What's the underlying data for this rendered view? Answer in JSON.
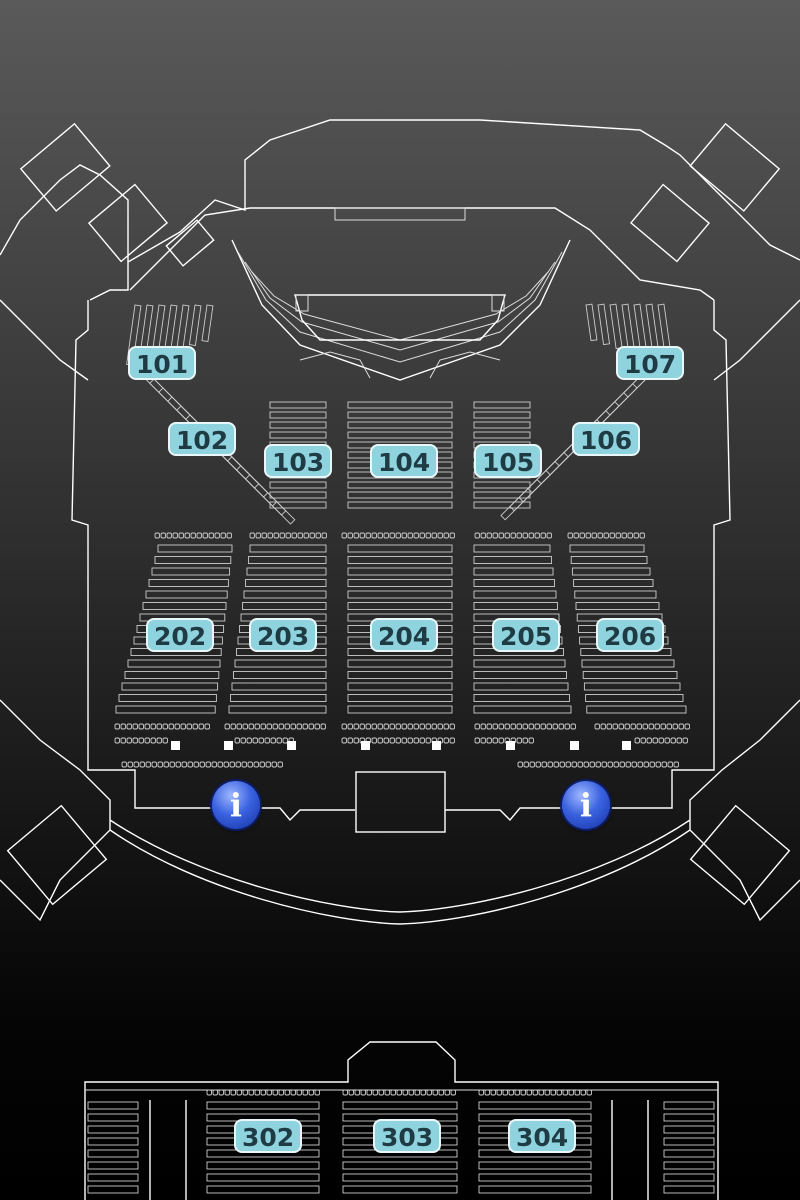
{
  "sections": [
    {
      "id": "101",
      "label": "101"
    },
    {
      "id": "102",
      "label": "102"
    },
    {
      "id": "103",
      "label": "103"
    },
    {
      "id": "104",
      "label": "104"
    },
    {
      "id": "105",
      "label": "105"
    },
    {
      "id": "106",
      "label": "106"
    },
    {
      "id": "107",
      "label": "107"
    },
    {
      "id": "202",
      "label": "202"
    },
    {
      "id": "203",
      "label": "203"
    },
    {
      "id": "204",
      "label": "204"
    },
    {
      "id": "205",
      "label": "205"
    },
    {
      "id": "206",
      "label": "206"
    },
    {
      "id": "302",
      "label": "302"
    },
    {
      "id": "303",
      "label": "303"
    },
    {
      "id": "304",
      "label": "304"
    }
  ],
  "info_icons": [
    {
      "glyph": "i",
      "icon": "info-icon"
    },
    {
      "glyph": "i",
      "icon": "info-icon"
    }
  ],
  "colors": {
    "label_fill": "#8fd3df",
    "label_text": "#1f3b44",
    "info_blue": "#3a62e0",
    "outline": "#ffffff"
  }
}
